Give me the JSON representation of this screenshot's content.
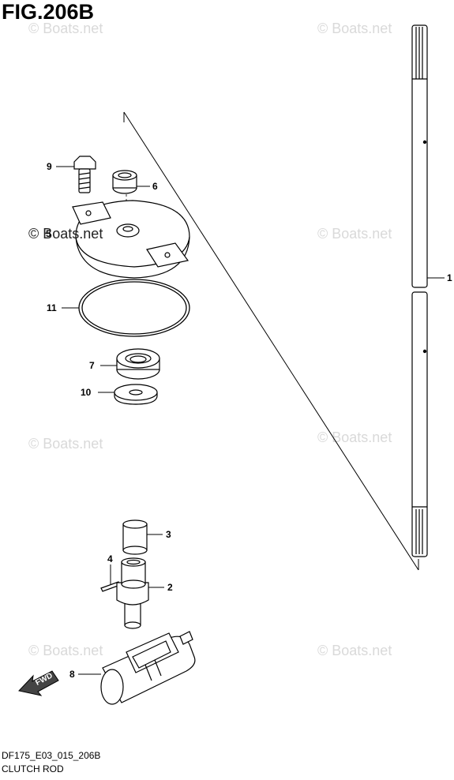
{
  "figure": {
    "title": "FIG.206B",
    "code": "DF175_E03_015_206B",
    "name": "CLUTCH ROD"
  },
  "callouts": [
    {
      "id": "callout-1",
      "label": "1"
    },
    {
      "id": "callout-2",
      "label": "2"
    },
    {
      "id": "callout-3",
      "label": "3"
    },
    {
      "id": "callout-4",
      "label": "4"
    },
    {
      "id": "callout-5",
      "label": "5"
    },
    {
      "id": "callout-6",
      "label": "6"
    },
    {
      "id": "callout-7",
      "label": "7"
    },
    {
      "id": "callout-8",
      "label": "8"
    },
    {
      "id": "callout-9",
      "label": "9"
    },
    {
      "id": "callout-10",
      "label": "10"
    },
    {
      "id": "callout-11",
      "label": "11"
    }
  ],
  "direction_arrow": {
    "label": "FWD",
    "icon": "fwd-arrow-icon"
  },
  "watermark": {
    "text": "© Boats.net"
  }
}
